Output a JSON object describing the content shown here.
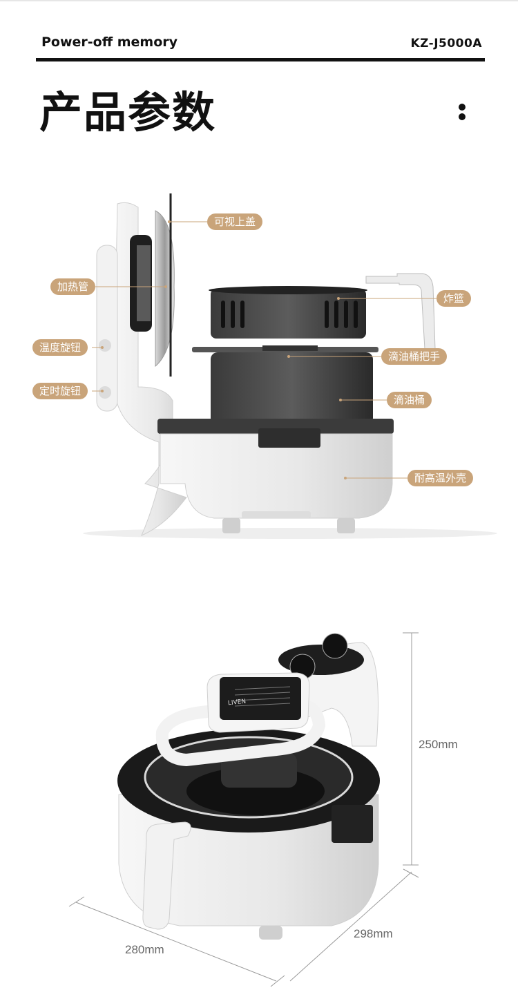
{
  "header": {
    "feature": "Power-off memory",
    "model": "KZ-J5000A"
  },
  "section_title": "产品参数",
  "callouts": {
    "lid": "可视上盖",
    "heating_tube": "加热管",
    "basket": "炸篮",
    "temp_knob": "温度旋钮",
    "drip_handle": "滴油桶把手",
    "timer_knob": "定时旋钮",
    "drip_bucket": "滴油桶",
    "shell": "耐高温外壳"
  },
  "product": {
    "brand_logo": "LIVEN"
  },
  "dimensions": {
    "height": "250mm",
    "width": "280mm",
    "depth": "298mm"
  },
  "colors": {
    "accent": "#c9a47a",
    "text": "#111111"
  }
}
